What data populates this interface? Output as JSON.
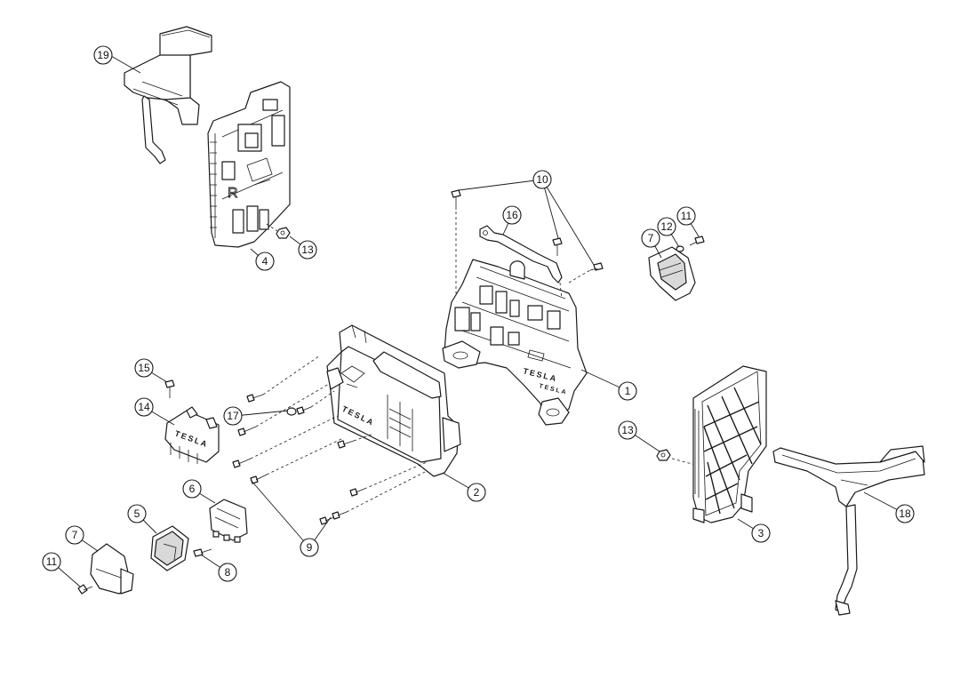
{
  "diagram": {
    "type": "exploded-parts-diagram",
    "brand_marks": [
      "TESLA",
      "TESLA",
      "TESLA",
      "TESLA"
    ],
    "panel_marks": [
      "R"
    ],
    "callouts": [
      "19",
      "4",
      "13",
      "10",
      "16",
      "11",
      "12",
      "7",
      "1",
      "15",
      "14",
      "17",
      "2",
      "13",
      "3",
      "18",
      "6",
      "5",
      "9",
      "7",
      "11",
      "8"
    ]
  }
}
